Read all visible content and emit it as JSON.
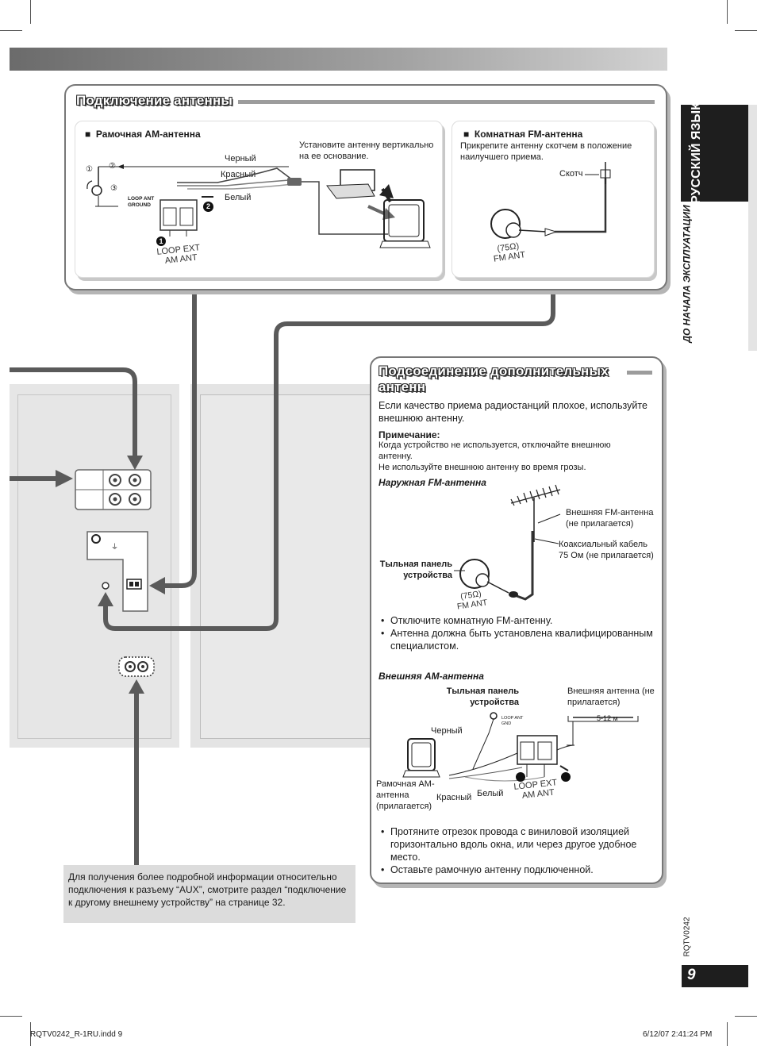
{
  "sidebar": {
    "language": "РУССКИЙ ЯЗЫК",
    "section": "ДО НАЧАЛА ЭКСПЛУАТАЦИИ",
    "doc_code": "RQTV0242",
    "page_number": "9"
  },
  "antenna_section": {
    "title": "Подключение антенны",
    "am": {
      "heading": "Рамочная AM-антенна",
      "instruction": "Установите антенну вертикально на ее основание.",
      "wire_black": "Черный",
      "wire_red": "Красный",
      "wire_white": "Белый",
      "loop_ant_label": "LOOP ANT",
      "ground_label": "GROUND",
      "step_1": "1",
      "step_2": "2",
      "step_3": "3",
      "terminal_loop_ext": "LOOP  EXT",
      "terminal_am_ant": "AM ANT"
    },
    "fm": {
      "heading": "Комнатная FM-антенна",
      "instruction": "Прикрепите антенну скотчем в положение наилучшего приема.",
      "tape_label": "Скотч",
      "ohm_label": "(75Ω)",
      "fm_ant_label": "FM ANT"
    }
  },
  "extra_section": {
    "title": "Подсоединение дополнительных антенн",
    "intro": "Если качество приема радиостанций плохое, используйте внешнюю антенну.",
    "note_title": "Примечание:",
    "note_lines": [
      "Когда устройство не используется, отключайте внешнюю антенну.",
      "Не используйте внешнюю антенну во время грозы."
    ],
    "outdoor_fm": {
      "heading": "Наружная FM-антенна",
      "label_antenna": "Внешняя FM-антенна (не прилагается)",
      "label_cable": "Коаксиальный кабель 75 Ом (не прилагается)",
      "label_back_panel": "Тыльная панель устройства",
      "ohm_label": "(75Ω)",
      "fm_ant_label": "FM ANT",
      "bullets": [
        "Отключите комнатную FM-антенну.",
        "Антенна должна быть установлена квалифицированным специалистом."
      ]
    },
    "outdoor_am": {
      "heading": "Внешняя AM-антенна",
      "label_back_panel": "Тыльная панель устройства",
      "label_ext_antenna": "Внешняя антенна (не прилагается)",
      "distance": "5-12 м",
      "loop_ant_gnd": "LOOP ANT GND",
      "wire_black": "Черный",
      "wire_red": "Красный",
      "wire_white": "Белый",
      "loop_antenna_label": "Рамочная AM-антенна (прилагается)",
      "terminal_loop_ext": "LOOP  EXT",
      "terminal_am_ant": "AM ANT",
      "bullets": [
        "Протяните отрезок провода с виниловой изоляцией горизонтально вдоль окна, или через другое удобное место.",
        "Оставьте рамочную антенну подключенной."
      ]
    }
  },
  "aux_note": "Для получения более подробной информации относительно подключения к разъему “AUX”, смотрите раздел “подключение к другому внешнему устройству” на странице 32.",
  "footer": {
    "file": "RQTV0242_R-1RU.indd   9",
    "datetime": "6/12/07   2:41:24 PM"
  }
}
